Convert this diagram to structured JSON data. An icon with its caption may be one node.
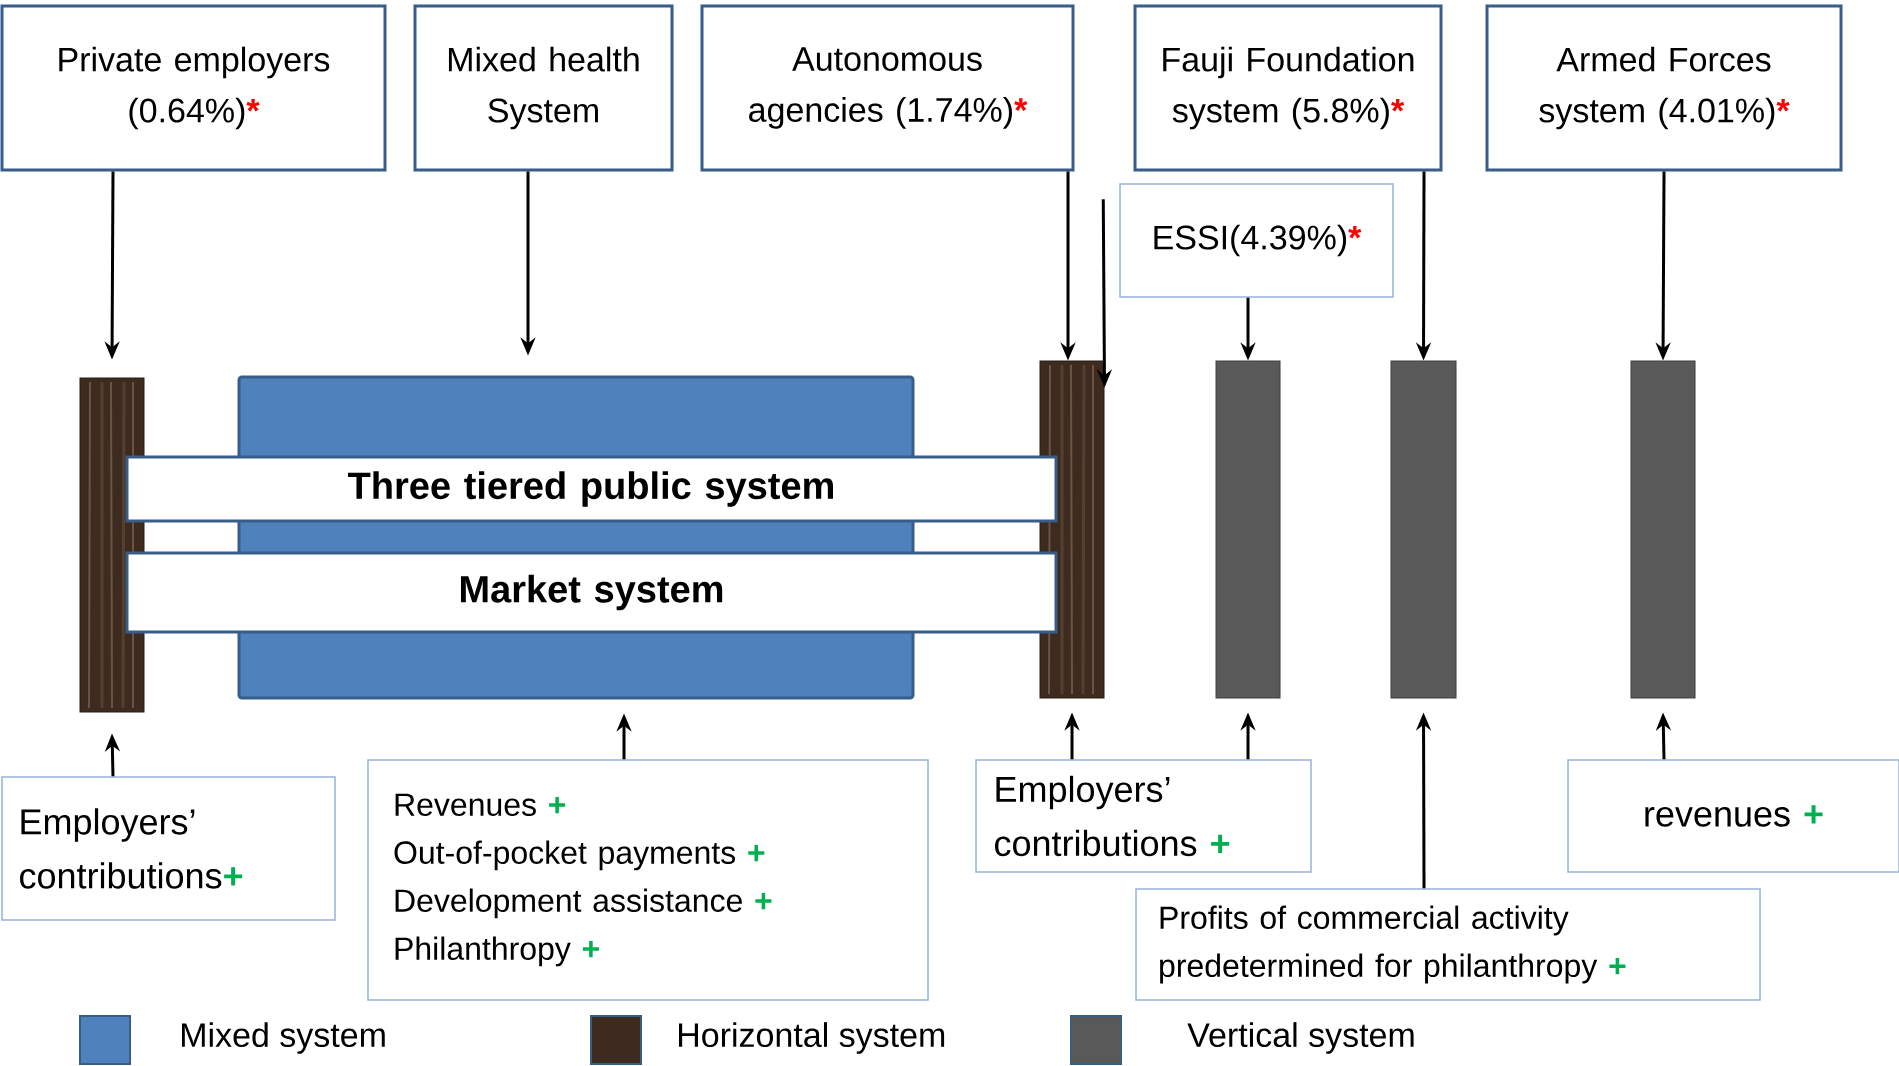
{
  "diagram": {
    "nodes": [
      {
        "text": [
          "Private employers (0.64%)",
          "*"
        ]
      },
      {
        "text": [
          "Mixed health System"
        ]
      },
      {
        "text": [
          "Autonomous agencies (1.74%)",
          "*"
        ]
      },
      {
        "text": [
          "Fauji Foundation system (5.8%)",
          "*"
        ]
      },
      {
        "text": [
          "Armed Forces system (4.01%)",
          "*"
        ]
      },
      {
        "text": [
          "ESSI(4.39%)",
          "*"
        ]
      },
      {
        "text": [],
        "shape": "bar"
      },
      {
        "text": [],
        "shape": "box"
      },
      {
        "text": [
          "Three tiered public system"
        ]
      },
      {
        "text": [
          "Market system"
        ]
      },
      {
        "text": [],
        "shape": "bar"
      },
      {
        "text": [],
        "shape": "bar"
      },
      {
        "text": [],
        "shape": "bar"
      },
      {
        "text": [],
        "shape": "bar"
      },
      {
        "text": [
          "Employers’ contributions",
          "+"
        ]
      },
      {
        "text": [
          "Revenues",
          "+",
          "Out-of-pocket payments",
          "+",
          "Development assistance",
          "+",
          "Philanthropy",
          "+"
        ]
      },
      {
        "text": [
          "Employers’ contributions",
          "+"
        ]
      },
      {
        "text": [
          "revenues",
          "+"
        ]
      },
      {
        "text": [
          "Profits of commercial activity predetermined for philanthropy",
          "+"
        ]
      }
    ],
    "edges": [
      {
        "from": 0,
        "to": 6,
        "arrow": "to"
      },
      {
        "from": 1,
        "to": 7,
        "arrow": "to"
      },
      {
        "from": 2,
        "to": 10,
        "arrow": "to"
      },
      {
        "from": 5,
        "to": 10,
        "arrow": "to"
      },
      {
        "from": 5,
        "to": 11,
        "arrow": "to"
      },
      {
        "from": 3,
        "to": 12,
        "arrow": "to"
      },
      {
        "from": 4,
        "to": 13,
        "arrow": "to"
      },
      {
        "from": 14,
        "to": 6,
        "arrow": "to"
      },
      {
        "from": 15,
        "to": 7,
        "arrow": "to"
      },
      {
        "from": 16,
        "to": 10,
        "arrow": "to"
      },
      {
        "from": 16,
        "to": 11,
        "arrow": "to"
      },
      {
        "from": 18,
        "to": 12,
        "arrow": "to"
      },
      {
        "from": 17,
        "to": 13,
        "arrow": "to"
      }
    ],
    "legend": [
      {
        "text": "Mixed system",
        "color": "#4f81bd"
      },
      {
        "text": "Horizontal system",
        "color": "#3d2b1f"
      },
      {
        "text": "Vertical system",
        "color": "#595959"
      }
    ]
  }
}
